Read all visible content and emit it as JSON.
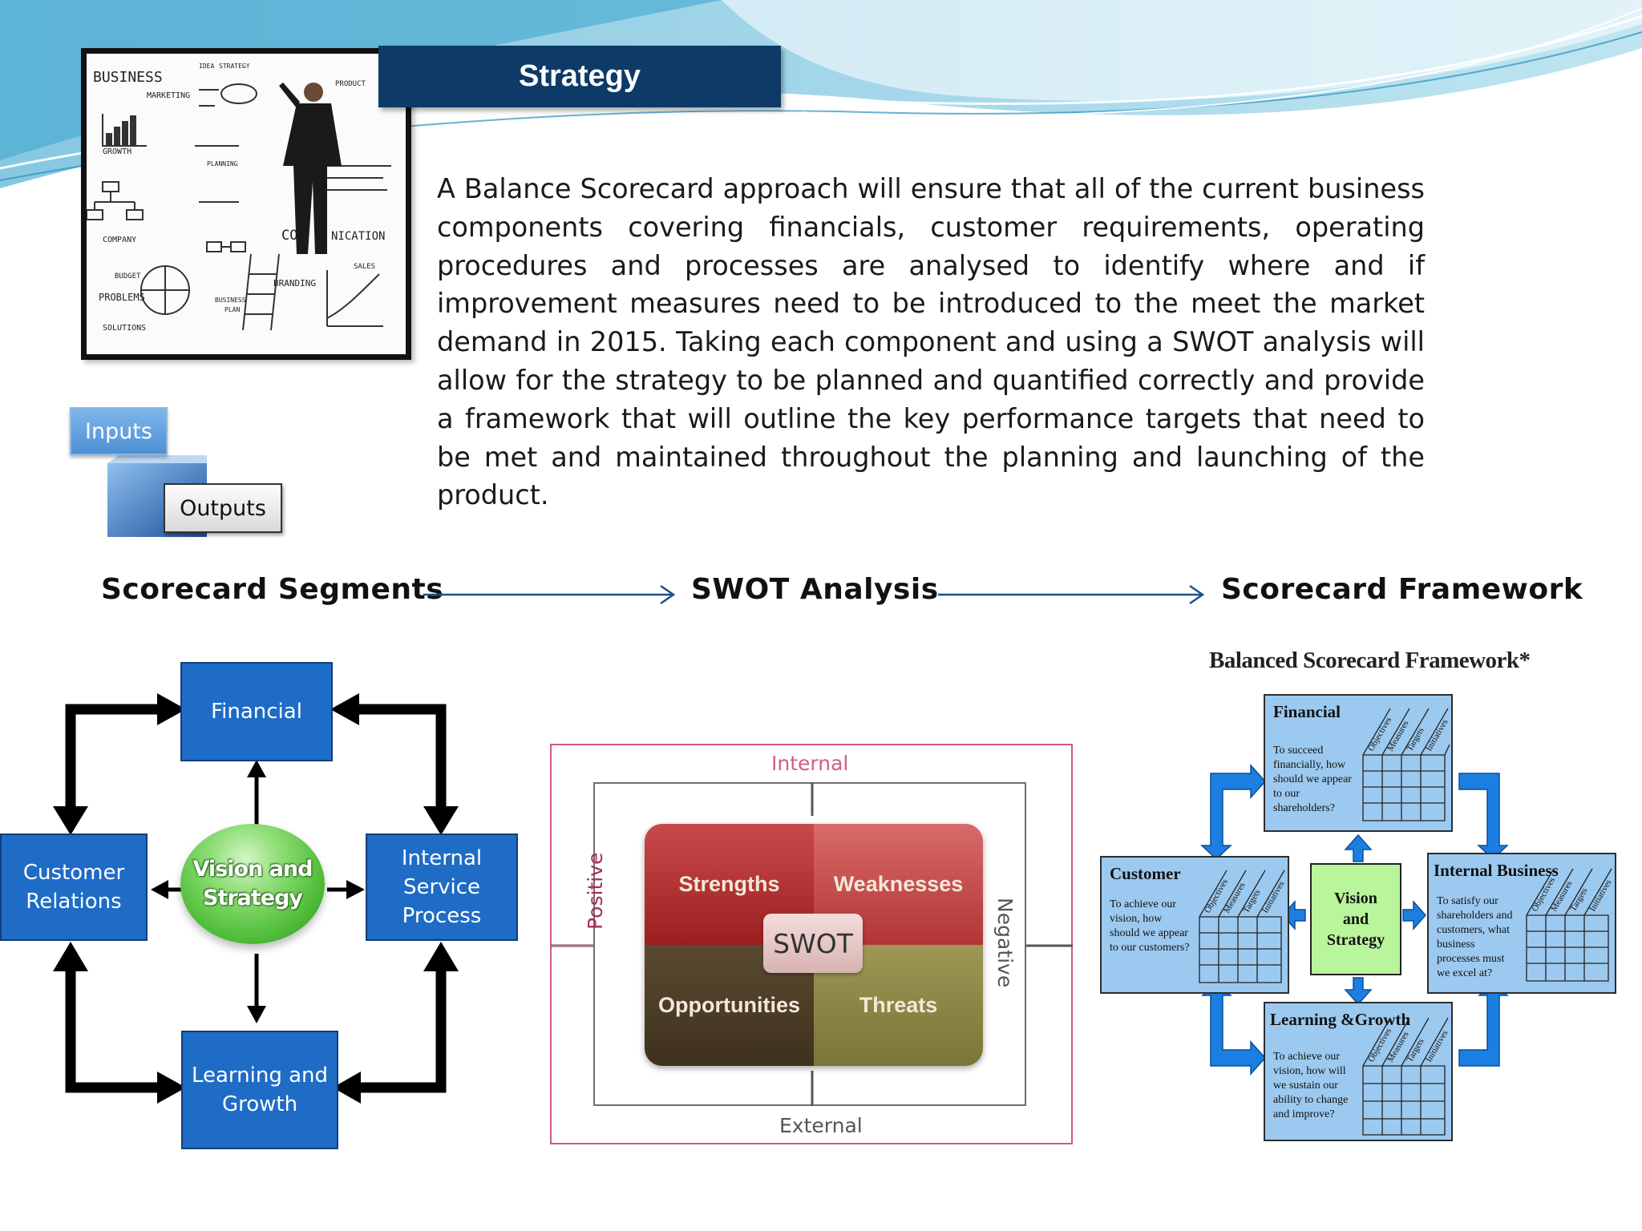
{
  "slide": {
    "title": "Strategy",
    "intro": "A Balance Scorecard approach will ensure that all of the current business components covering financials, customer requirements, operating procedures and processes are analysed to identify where and if improvement measures need to be introduced to the meet the market demand in 2015.  Taking each component and using a SWOT analysis will allow for the strategy to be planned and quantified correctly and provide a framework that will outline the key performance targets that need to be met and maintained throughout the planning and launching of the product."
  },
  "whiteboard": {
    "words": [
      "BUSINESS",
      "MARKETING",
      "GROWTH",
      "COMPANY",
      "BUDGET",
      "PROBLEMS",
      "SOLUTIONS",
      "CO",
      "NICATION",
      "BRANDING",
      "SALES",
      "BUSINESS",
      "PLAN",
      "IDEA",
      "STRATEGY",
      "PRODUCT",
      "PLANNING"
    ]
  },
  "io": {
    "inputs": "Inputs",
    "outputs": "Outputs"
  },
  "sections": {
    "segments": "Scorecard Segments",
    "swot": "SWOT Analysis",
    "framework": "Scorecard Framework"
  },
  "segments": {
    "financial": "Financial",
    "customer_line1": "Customer",
    "customer_line2": "Relations",
    "internal_line1": "Internal Service",
    "internal_line2": "Process",
    "learning_line1": "Learning and",
    "learning_line2": "Growth",
    "vision_line1": "Vision and",
    "vision_line2": "Strategy"
  },
  "swot": {
    "internal": "Internal",
    "external": "External",
    "positive": "Positive",
    "negative": "Negative",
    "strengths": "Strengths",
    "weaknesses": "Weaknesses",
    "opportunities": "Opportunities",
    "threats": "Threats",
    "center": "SWOT",
    "colors": {
      "strengths": "#b22a2a",
      "weaknesses": "#c44a4a",
      "opportunities": "#4f3f27",
      "threats": "#8e8a45"
    }
  },
  "framework": {
    "title": "Balanced Scorecard Framework*",
    "column_labels": [
      "Objectives",
      "Measures",
      "Targets",
      "Initiatives"
    ],
    "financial": {
      "heading": "Financial",
      "desc": "To succeed financially, how should we appear to our shareholders?"
    },
    "customer": {
      "heading": "Customer",
      "desc": "To achieve our vision, how should we appear to our customers?"
    },
    "internal": {
      "heading": "Internal Business",
      "desc": "To satisfy our shareholders and customers, what business processes must we excel at?"
    },
    "learning": {
      "heading": "Learning &Growth",
      "desc": "To achieve our vision, how will we sustain our ability to change and improve?"
    },
    "vision_line1": "Vision",
    "vision_line2": "and",
    "vision_line3": "Strategy"
  }
}
